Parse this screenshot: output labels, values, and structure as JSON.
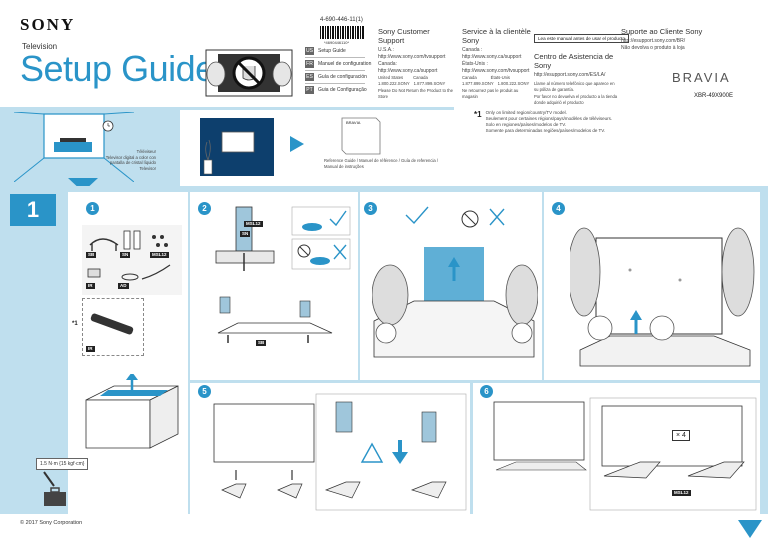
{
  "header": {
    "brand": "SONY",
    "product_type": "Television",
    "title": "Setup Guide",
    "doc_number": "4-690-446-11(1)",
    "barcode_number": "*4690446110*"
  },
  "languages": [
    {
      "code": "US",
      "label": "Setup Guide"
    },
    {
      "code": "FR",
      "label": "Manuel de configuration"
    },
    {
      "code": "ES",
      "label": "Guía de configuración"
    },
    {
      "code": "PT",
      "label": "Guia de Configuração"
    }
  ],
  "support": {
    "en": {
      "heading": "Sony Customer Support",
      "region": "U.S.A.:",
      "url_us": "http://www.sony.com/tvsupport",
      "canada": "Canada:",
      "url_ca": "http://www.sony.ca/support",
      "us_phone_label": "United States",
      "us_phone": "1.800.222.SONY",
      "ca_phone_label": "Canada",
      "ca_phone": "1.877.899.SONY",
      "note": "Please Do Not Return the Product to the Store"
    },
    "fr": {
      "heading": "Service à la clientèle Sony",
      "region": "Canada :",
      "url_ca": "http://www.sony.ca/support",
      "us": "États-Unis :",
      "url_us": "http://www.sony.com/tvsupport",
      "ca_phone_label": "Canada",
      "ca_phone": "1.877.899.SONY",
      "us_phone_label": "États-Unis",
      "us_phone": "1.800.222.SONY",
      "note": "Ne retournez pas le produit au magasin"
    },
    "es": {
      "boxed": "Lea este manual antes de usar el producto",
      "heading": "Centro de Asistencia de Sony",
      "url": "http://esupport.sony.com/ES/LA/",
      "line1": "Llame al número telefónico que aparece en",
      "line2": "su póliza de garantía.",
      "line3": "Por favor no devuelva el producto a la tienda",
      "line4": "donde adquirió el producto"
    },
    "pt": {
      "heading": "Suporte ao Cliente Sony",
      "url": "http://esupport.sony.com/BR/",
      "note": "Não devolva o produto à loja"
    }
  },
  "brand_secondary": "BRAVIA",
  "model": "XBR-49X900E",
  "notes": {
    "marker": "*1",
    "lines": [
      "Only on limited region/country/TV model.",
      "Seulement pour certaines régions/pays/modèles de téléviseurs.",
      "Solo en regiones/países/modelos de TV.",
      "Somente para determinadas regiões/países/modelos de TV."
    ]
  },
  "intro": {
    "tv_caption": [
      "Téléviseur",
      "Televisor digital a color con",
      "pantalla de cristal líquido",
      "Televisor"
    ],
    "manual_caption_1": "Reference Guide / Manuel de référence / Guía de referencia /",
    "manual_caption_2": "Manual de instruções",
    "manual_title": "BRAVIA"
  },
  "steps": {
    "section": "1",
    "substeps": [
      "1",
      "2",
      "3",
      "4",
      "5",
      "6"
    ]
  },
  "parts": {
    "sb": "SB",
    "sn": "SN",
    "msl12": "MSL12",
    "ir": "IR",
    "ad": "AD",
    "rm_marker": "*1",
    "rm": "IR"
  },
  "torque": [
    "1.5 N·m {15 kgf·cm}"
  ],
  "repeat": "× 4",
  "footer": {
    "copyright": "© 2017 Sony Corporation"
  },
  "colors": {
    "accent": "#2a94c8",
    "band": "#bfdfee"
  }
}
